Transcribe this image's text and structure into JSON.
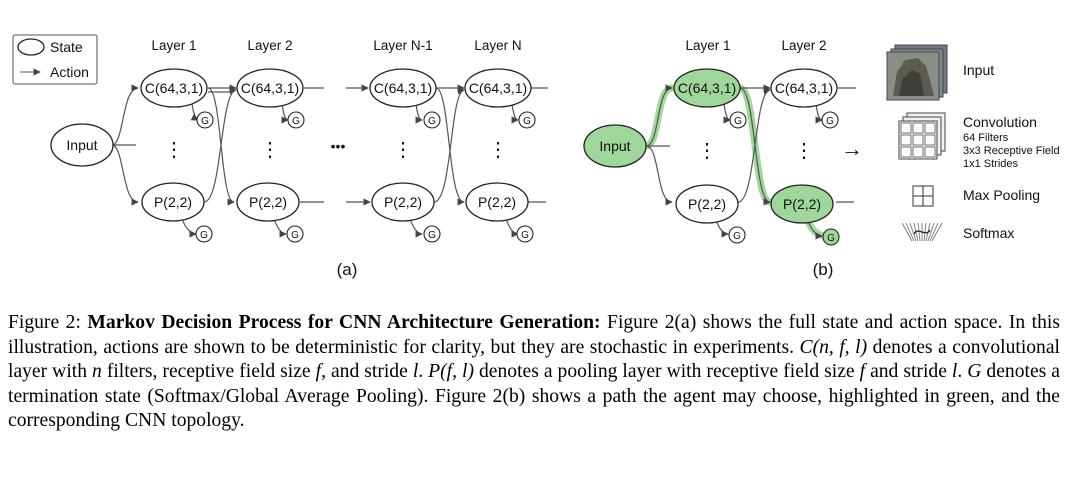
{
  "legend": {
    "state": "State",
    "action": "Action"
  },
  "panel_a": {
    "layer_headers": [
      "Layer 1",
      "Layer 2",
      "Layer N-1",
      "Layer N"
    ],
    "input": "Input",
    "conv": "C(64,3,1)",
    "pool": "P(2,2)",
    "terminal": "G",
    "ellipsis_v": "⋮",
    "ellipsis_h": "•••",
    "label": "(a)"
  },
  "panel_b": {
    "layer_headers": [
      "Layer 1",
      "Layer 2"
    ],
    "input": "Input",
    "conv": "C(64,3,1)",
    "pool": "P(2,2)",
    "terminal": "G",
    "ellipsis_v": "⋮",
    "label": "(b)",
    "arrow": "→",
    "highlight_color": "#9fd69a"
  },
  "topology": {
    "input": "Input",
    "conv_title": "Convolution",
    "conv_lines": [
      "64 Filters",
      "3x3 Receptive Field",
      "1x1 Strides"
    ],
    "pool": "Max Pooling",
    "softmax": "Softmax"
  },
  "caption": {
    "prefix": "Figure 2: ",
    "bold": "Markov Decision Process for CNN Architecture Generation:",
    "t1": " Figure 2(a) shows the full state and action space. In this illustration, actions are shown to be deterministic for clarity, but they are stochastic in experiments. ",
    "m1": "C(n, f, l)",
    "t2": " denotes a convolutional layer with ",
    "m2": "n",
    "t3": " filters, receptive field size ",
    "m3": "f",
    "t4": ", and stride ",
    "m4": "l",
    "t5": ". ",
    "m5": "P(f, l)",
    "t6": " denotes a pooling layer with receptive field size ",
    "m6": "f",
    "t7": " and stride ",
    "m7": "l",
    "t8": ". ",
    "m8": "G",
    "t9": " denotes a termination state (Softmax/Global Average Pooling). Figure 2(b) shows a path the agent may choose, highlighted in green, and the corresponding CNN topology."
  }
}
